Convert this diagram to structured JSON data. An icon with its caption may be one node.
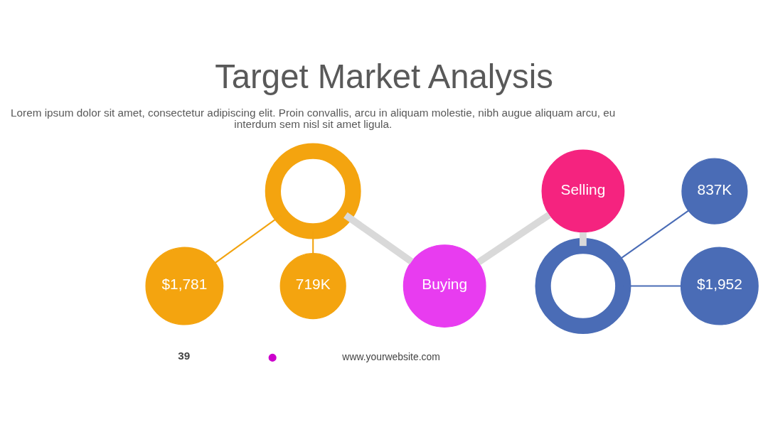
{
  "diagram": {
    "title": "Target Market Analysis",
    "nodes": [
      {
        "text": [],
        "shape": "circle"
      },
      {
        "text": [
          "$1,781"
        ]
      },
      {
        "text": [
          "719K"
        ]
      },
      {
        "text": [
          "Buying"
        ]
      },
      {
        "text": [
          "Selling"
        ]
      },
      {
        "text": [],
        "shape": "circle"
      },
      {
        "text": [
          "837K"
        ]
      },
      {
        "text": [
          "$1,952"
        ]
      }
    ],
    "edges": [
      {
        "from": 0,
        "to": 1,
        "arrow": "none",
        "color": "#f2a30f"
      },
      {
        "from": 0,
        "to": 2,
        "arrow": "none",
        "color": "#f2a30f"
      },
      {
        "from": 0,
        "to": 3,
        "arrow": "none",
        "style": "thick"
      },
      {
        "from": 3,
        "to": 4,
        "arrow": "none",
        "style": "thick"
      },
      {
        "from": 4,
        "to": 5,
        "arrow": "none",
        "style": "thick"
      },
      {
        "from": 5,
        "to": 6,
        "arrow": "none",
        "color": "#4a6cb6"
      },
      {
        "from": 5,
        "to": 7,
        "arrow": "none",
        "color": "#4a6cb6"
      }
    ],
    "labels": [
      "Lorem ipsum dolor sit amet, consectetur adipiscing elit. Proin convallis, arcu in aliquam molestie, nibh augue aliquam arcu, eu interdum sem nisl sit amet ligula.",
      "39",
      "www.yourwebsite.com"
    ]
  }
}
